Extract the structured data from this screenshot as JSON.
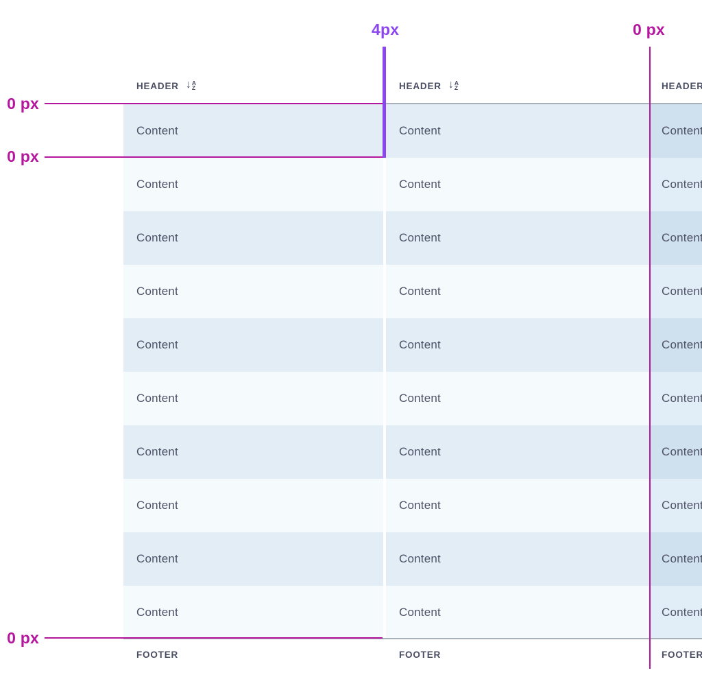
{
  "annotations": {
    "column_gap_label": "4px",
    "right_column_gap_label": "0 px",
    "header_row_gap_label": "0 px",
    "row_gap_label": "0 px",
    "footer_row_gap_label": "0 px"
  },
  "colors": {
    "purple_accent": "#8c46ef",
    "magenta_accent": "#b5169e",
    "row_odd": "#e2edf6",
    "row_even": "#f5fafd",
    "highlight_column_odd": "#cfe1ee",
    "highlight_column_even": "#e2eef7",
    "border_gray": "#a8b0ba",
    "text_dark": "#494d62"
  },
  "table": {
    "cell_text": "Content",
    "row_count": 10,
    "sort_letters": [
      "A",
      "Z"
    ],
    "columns": [
      {
        "header": "HEADER",
        "sortable": true,
        "footer": "FOOTER"
      },
      {
        "header": "HEADER",
        "sortable": true,
        "footer": "FOOTER"
      },
      {
        "header": "HEADER",
        "sortable": false,
        "footer": "FOOTER"
      }
    ]
  }
}
